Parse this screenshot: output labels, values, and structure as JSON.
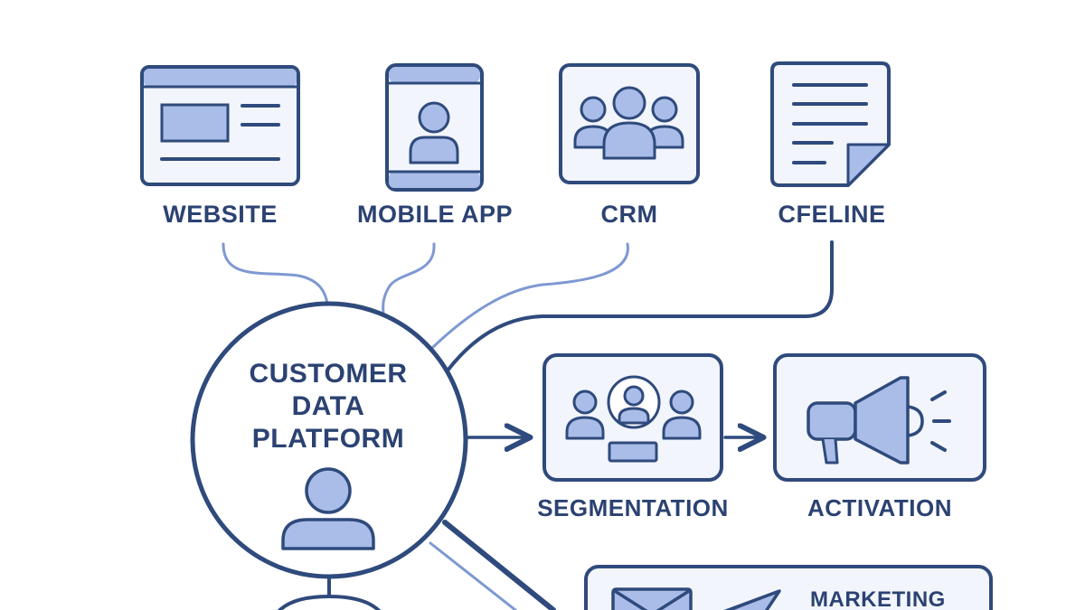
{
  "sources": [
    {
      "id": "website",
      "label": "WEBSITE",
      "icon": "browser-window-icon"
    },
    {
      "id": "mobile-app",
      "label": "MOBILE APP",
      "icon": "mobile-phone-icon"
    },
    {
      "id": "crm",
      "label": "CRM",
      "icon": "people-group-icon"
    },
    {
      "id": "cfeline",
      "label": "CFELINE",
      "icon": "document-icon"
    }
  ],
  "hub": {
    "label_line1": "CUSTOMER",
    "label_line2": "DATA",
    "label_line3": "PLATFORM",
    "icon": "person-icon"
  },
  "stages": [
    {
      "id": "segmentation",
      "label": "SEGMENTATION",
      "icon": "audience-segment-icon"
    },
    {
      "id": "activation",
      "label": "ACTIVATION",
      "icon": "megaphone-icon"
    }
  ],
  "outputs": [
    {
      "id": "marketing",
      "label": "MARKETING",
      "icons": [
        "envelope-icon",
        "paper-plane-icon"
      ]
    }
  ],
  "colors": {
    "stroke": "#2f4a7c",
    "fill_light": "#a9bde8",
    "card_bg": "#f2f5fc",
    "connector_light": "#7e98d2",
    "text": "#2b4272"
  }
}
